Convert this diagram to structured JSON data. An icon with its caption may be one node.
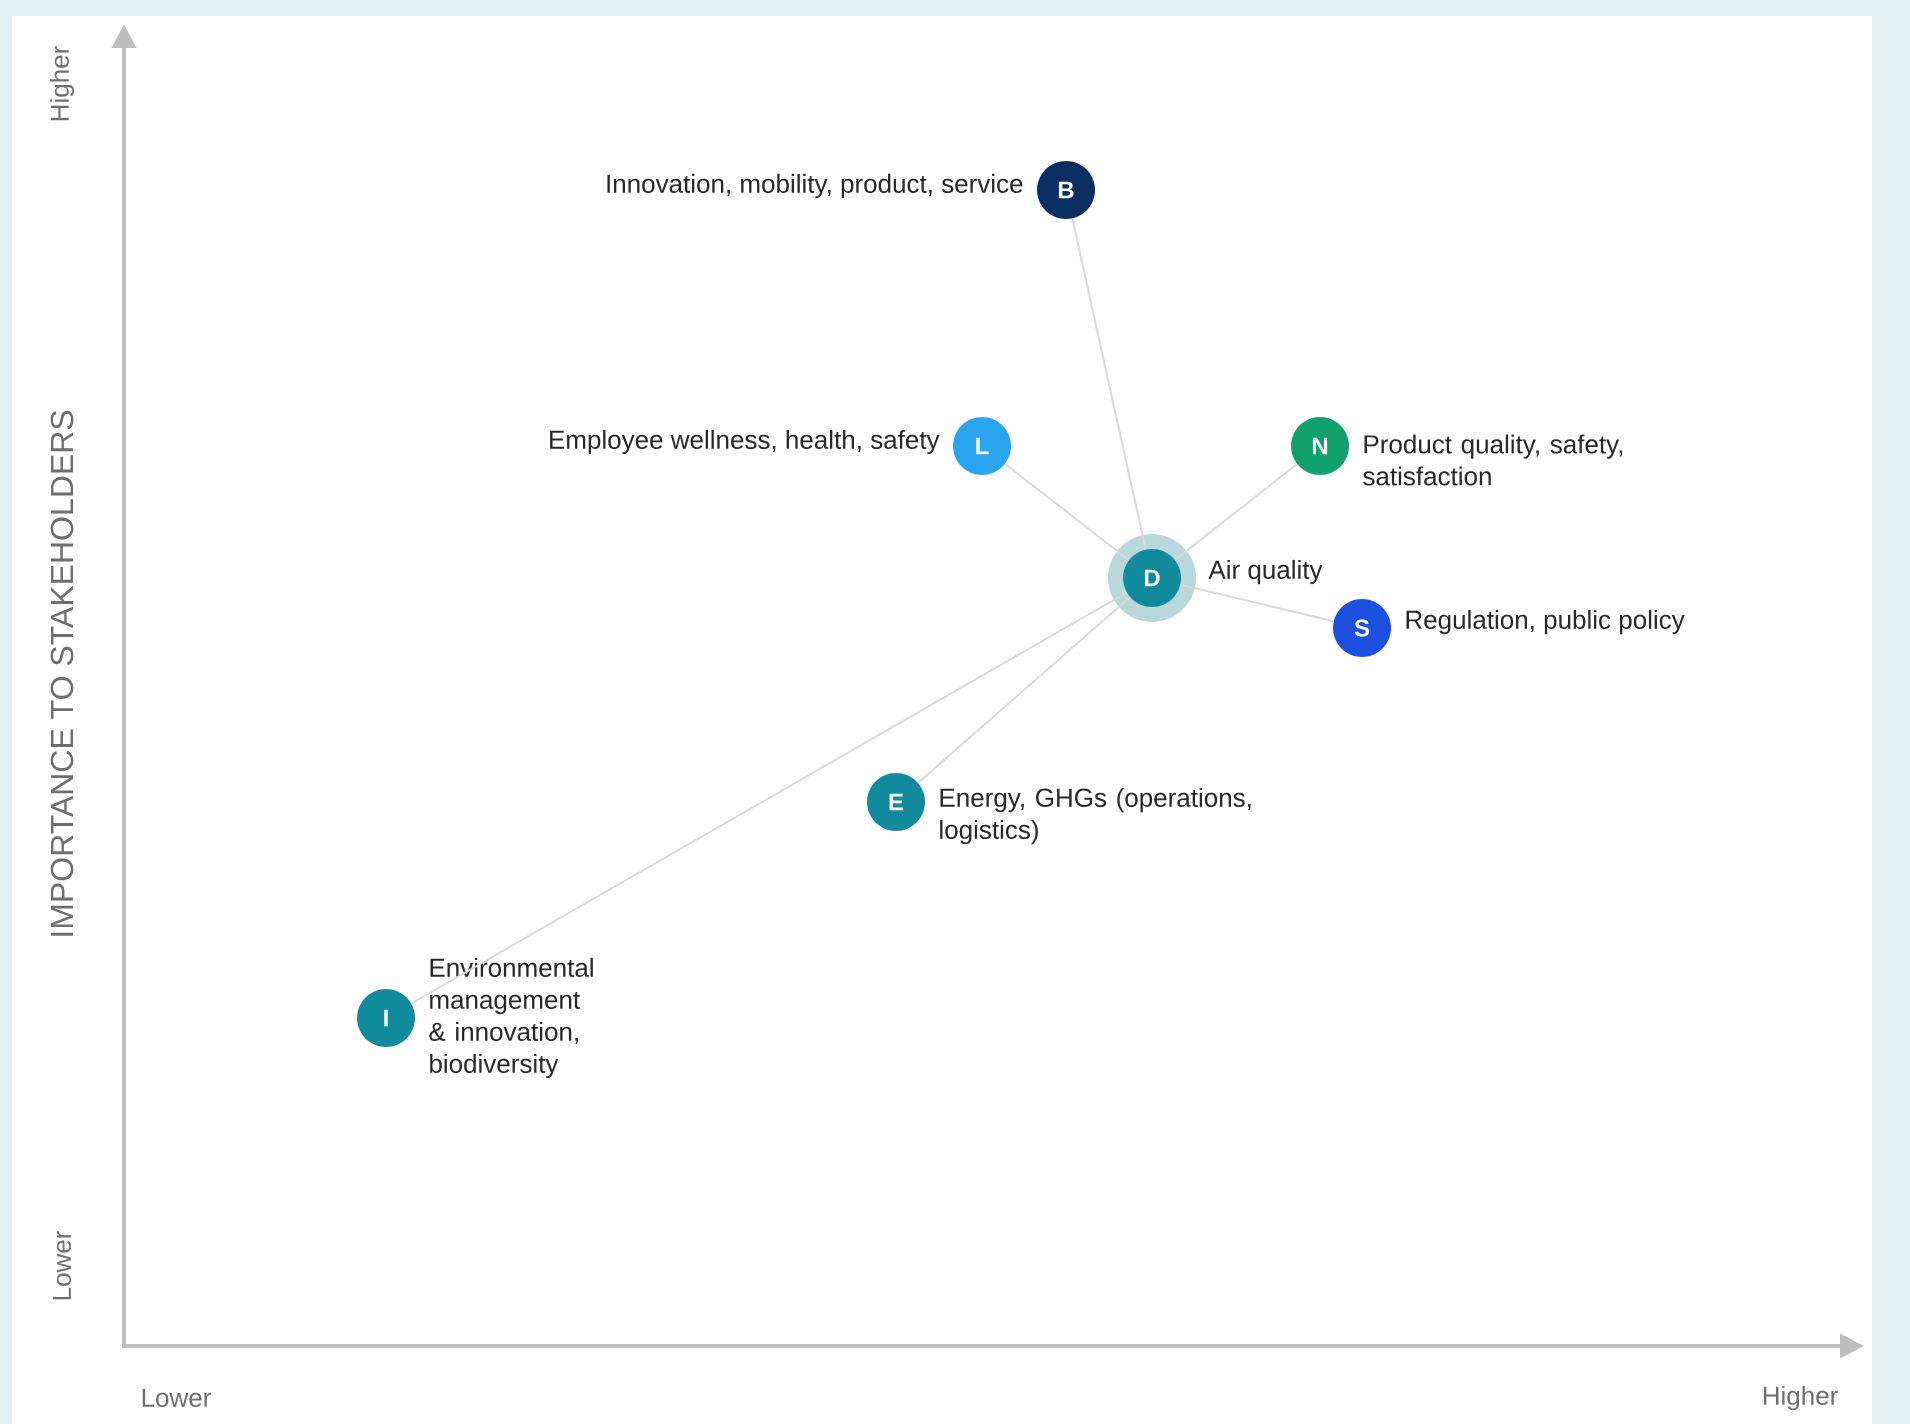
{
  "diagram": {
    "nodes": [
      {
        "text": [
          "B"
        ],
        "beside": [
          "Innovation, mobility, product, service"
        ]
      },
      {
        "text": [
          "L"
        ],
        "beside": [
          "Employee wellness, health, safety"
        ]
      },
      {
        "text": [
          "N"
        ],
        "beside": [
          "Product quality, safety, satisfaction"
        ]
      },
      {
        "text": [
          "D"
        ],
        "beside": [
          "Air quality"
        ]
      },
      {
        "text": [
          "S"
        ],
        "beside": [
          "Regulation, public policy"
        ]
      },
      {
        "text": [
          "E"
        ],
        "beside": [
          "Energy, GHGs (operations, logistics)"
        ]
      },
      {
        "text": [
          "I"
        ],
        "beside": [
          "Environmental management & innovation, biodiversity"
        ]
      }
    ],
    "edges": [
      {
        "from": 3,
        "to": 0,
        "arrow": "none"
      },
      {
        "from": 3,
        "to": 1,
        "arrow": "none"
      },
      {
        "from": 3,
        "to": 2,
        "arrow": "none"
      },
      {
        "from": 3,
        "to": 4,
        "arrow": "none"
      },
      {
        "from": 3,
        "to": 5,
        "arrow": "none"
      },
      {
        "from": 3,
        "to": 6,
        "arrow": "none"
      }
    ],
    "labels": [
      "Higher",
      "IMPORTANCE TO STAKEHOLDERS",
      "Lower",
      "Lower",
      "Higher"
    ]
  }
}
